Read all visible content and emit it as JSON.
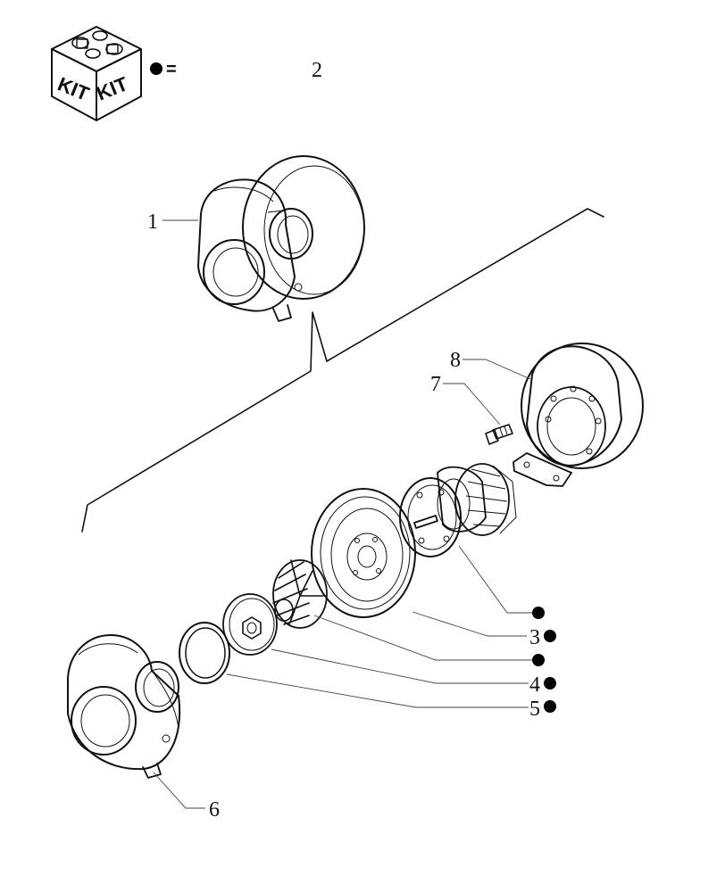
{
  "legend": {
    "kit_left": "KIT",
    "kit_right": "KIT",
    "equals": "=",
    "kit_qty": "2",
    "icon": "kit-box-icon"
  },
  "labels": {
    "item1": "1",
    "item3": "3",
    "item4": "4",
    "item5": "5",
    "item6": "6",
    "item7": "7",
    "item8": "8"
  },
  "colors": {
    "ink": "#111111",
    "kit_dot": "#000000"
  }
}
